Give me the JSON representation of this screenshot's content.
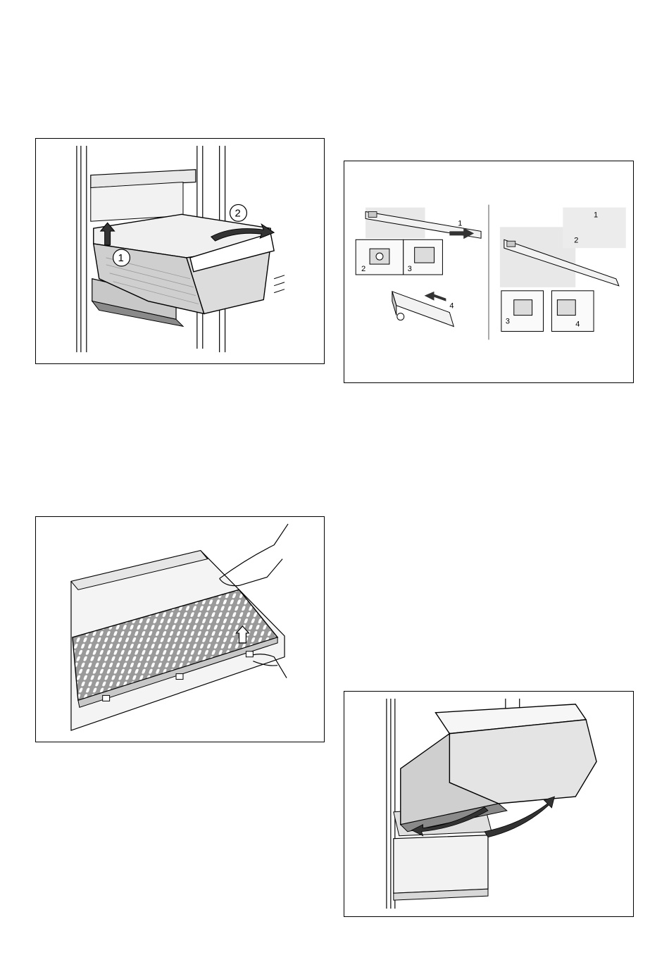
{
  "figures": {
    "drawer_removal": {
      "steps": [
        "1",
        "2"
      ]
    },
    "trim_strip": {
      "steps": [
        "1",
        "2",
        "3",
        "4"
      ]
    },
    "shelf_grid": {
      "steps": []
    },
    "drawer_tilt": {
      "steps": []
    }
  },
  "colors": {
    "line": "#000000",
    "shade_light": "#e8e8e8",
    "shade_mid": "#c8c8c8",
    "shade_dark": "#8a8a8a"
  },
  "icons": [
    "arrow-up-icon",
    "arrow-right-icon",
    "curved-arrow-icon",
    "step-circle-icon"
  ]
}
